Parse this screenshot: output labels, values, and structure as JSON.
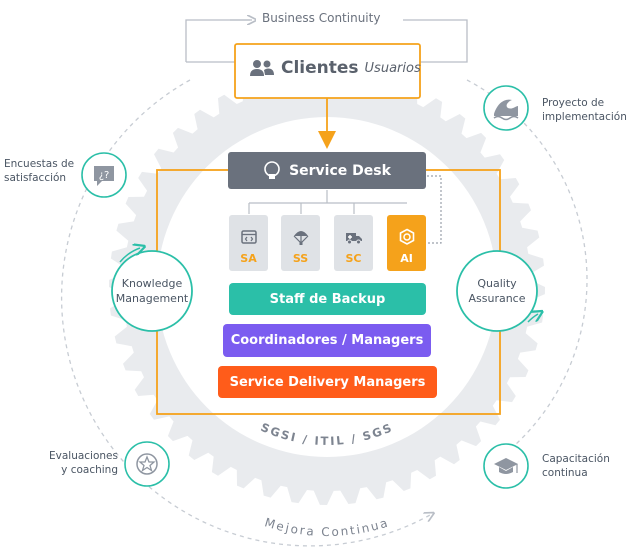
{
  "top": {
    "business_continuity": "Business Continuity"
  },
  "clientes": {
    "title": "Clientes",
    "subtitle": "Usuarios"
  },
  "service_desk": {
    "label": "Service Desk"
  },
  "services": [
    {
      "code": "SA",
      "icon": "code-window-icon"
    },
    {
      "code": "SS",
      "icon": "parachute-icon"
    },
    {
      "code": "SC",
      "icon": "ambulance-icon"
    },
    {
      "code": "AI",
      "icon": "hexagon-icon"
    }
  ],
  "tiers": {
    "backup": "Staff de Backup",
    "coordinators": "Coordinadores / Managers",
    "sdm": "Service Delivery Managers"
  },
  "ring": {
    "frameworks": "SGSI / ITIL / SGS"
  },
  "knowledge": {
    "line1": "Knowledge",
    "line2": "Management"
  },
  "quality": {
    "line1": "Quality",
    "line2": "Assurance"
  },
  "side_items": {
    "encuestas": {
      "line1": "Encuestas de",
      "line2": "satisfacción",
      "icon": "chat-question-icon"
    },
    "proyecto": {
      "line1": "Proyecto de",
      "line2": "implementación",
      "icon": "wave-icon"
    },
    "evaluaciones": {
      "line1": "Evaluaciones",
      "line2": "y coaching",
      "icon": "star-icon"
    },
    "capacitacion": {
      "line1": "Capacitación",
      "line2": "continua",
      "icon": "graduation-cap-icon"
    }
  },
  "bottom": {
    "mejora_continua": "Mejora Continua"
  },
  "colors": {
    "orange": "#f5a21b",
    "teal": "#2bbfa8",
    "purple": "#7b5cf0",
    "red_orange": "#ff5c1a",
    "slate": "#6a717d",
    "gear_gray": "#e9ebee"
  }
}
